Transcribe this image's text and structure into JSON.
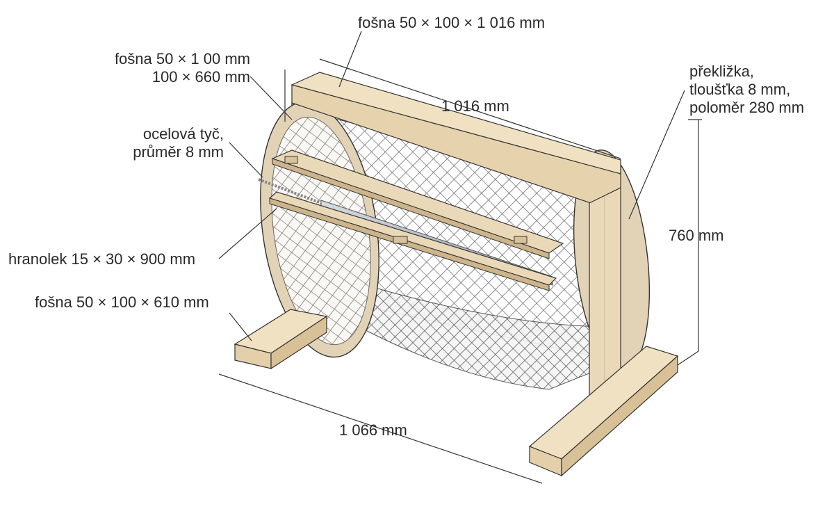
{
  "labels": {
    "top_board": "fošna 50 × 100 × 1 016 mm",
    "post_board_line1": "fošna 50 ×  1 00 mm",
    "post_board_line2": "100 × 660 mm",
    "top_length": "1 016 mm",
    "plywood_line1": "překližka,",
    "plywood_line2": "tloušťka 8 mm,",
    "plywood_line3": "poloměr 280 mm",
    "steel_rod_line1": "ocelová tyč,",
    "steel_rod_line2": "průměr 8 mm",
    "height": "760 mm",
    "batten": "hranolek 15 × 30 × 900 mm",
    "base_board": "fošna 50 × 100 × 610 mm",
    "base_length": "1 066 mm"
  },
  "colors": {
    "wood": "#ead9b8",
    "wood_dark": "#cdb48a",
    "plywood": "#e2d3b6",
    "mesh": "#6f6f6f",
    "rod": "#b9c0c7",
    "line": "#333333"
  }
}
